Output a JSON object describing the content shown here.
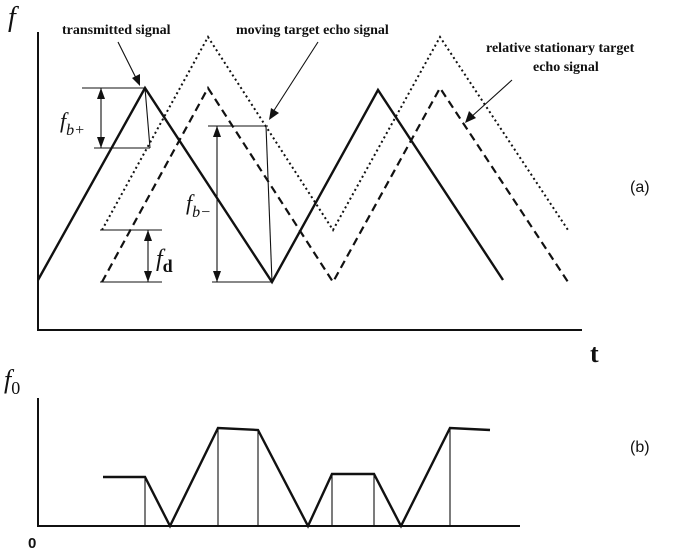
{
  "panel_a": {
    "y_axis_symbol": "f",
    "x_axis_symbol": "t",
    "panel_label": "(a)",
    "legend": {
      "transmitted": "transmitted signal",
      "moving": "moving target echo signal",
      "stationary_line1": "relative stationary target",
      "stationary_line2": "echo signal"
    },
    "annotations": {
      "fb_plus_main": "f",
      "fb_plus_sub": "b+",
      "fb_minus_main": "f",
      "fb_minus_sub": "b−",
      "fd_main": "f",
      "fd_sub": "d"
    }
  },
  "panel_b": {
    "y_axis_symbol_main": "f",
    "y_axis_symbol_sub": "0",
    "origin_label": "0",
    "panel_label": "(b)"
  },
  "colors": {
    "ink": "#111111",
    "background": "#ffffff"
  }
}
